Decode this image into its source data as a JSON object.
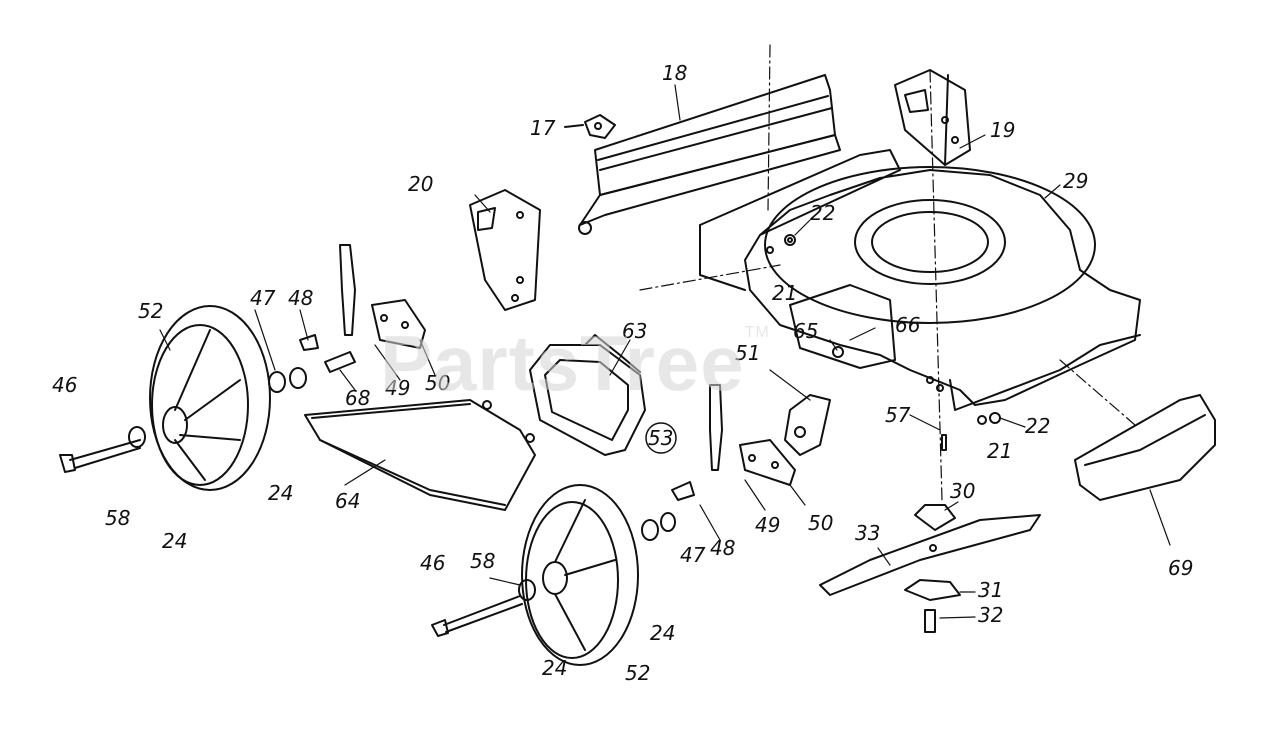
{
  "diagram": {
    "watermark": "PartsTree",
    "trademark": "TM",
    "callouts": {
      "c17": "17",
      "c18": "18",
      "c19": "19",
      "c20": "20",
      "c21a": "21",
      "c21b": "21",
      "c22a": "22",
      "c22b": "22",
      "c24a": "24",
      "c24b": "24",
      "c24c": "24",
      "c24d": "24",
      "c29": "29",
      "c30": "30",
      "c31": "31",
      "c32": "32",
      "c33": "33",
      "c46a": "46",
      "c46b": "46",
      "c47a": "47",
      "c47b": "47",
      "c48a": "48",
      "c48b": "48",
      "c49a": "49",
      "c49b": "49",
      "c50a": "50",
      "c50b": "50",
      "c51": "51",
      "c52a": "52",
      "c52b": "52",
      "c53": "53",
      "c57": "57",
      "c58a": "58",
      "c58b": "58",
      "c63": "63",
      "c64": "64",
      "c65": "65",
      "c66": "66",
      "c68": "68",
      "c69": "69"
    }
  }
}
